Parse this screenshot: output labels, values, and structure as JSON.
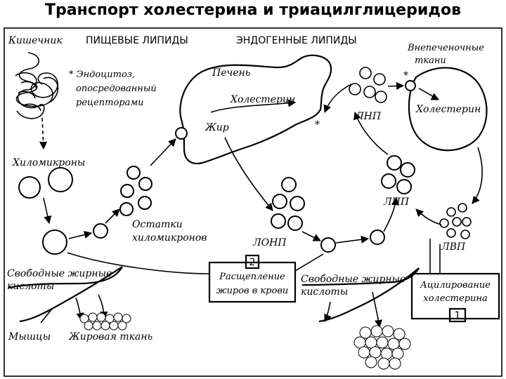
{
  "title": "Транспорт холестерина и триацилглицеридов",
  "labels": {
    "intestine": "Кишечник",
    "dietary": "ПИЩЕВЫЕ ЛИПИДЫ",
    "endogenous": "ЭНДОГЕННЫЕ ЛИПИДЫ",
    "extrahepatic_1": "Внепеченочные",
    "extrahepatic_2": "ткани",
    "endocytosis_1": "* Эндоцитоз,",
    "endocytosis_2": "опосредованный",
    "endocytosis_3": "рецепторами",
    "liver": "Печень",
    "cholesterol_liver": "Холестерин",
    "fat": "Жир",
    "asterisk": "*",
    "cholesterol_tissue": "Холестерин",
    "ldl": "ЛНП",
    "chylomicrons": "Хиломикроны",
    "remnants_1": "Остатки",
    "remnants_2": "хиломикронов",
    "idl": "ЛПП",
    "vldl": "ЛОНП",
    "hdl": "ЛВП",
    "free_fa_1": "Свободные жирные",
    "free_fa_2": "кислоты",
    "muscles": "Мышцы",
    "adipose": "Жировая ткань"
  },
  "boxes": {
    "lipolysis_num": "2",
    "lipolysis_line1": "Расщепление",
    "lipolysis_line2": "жиров в крови",
    "acylation_num": "1",
    "acylation_line1": "Ацилирование",
    "acylation_line2": "холестерина"
  }
}
